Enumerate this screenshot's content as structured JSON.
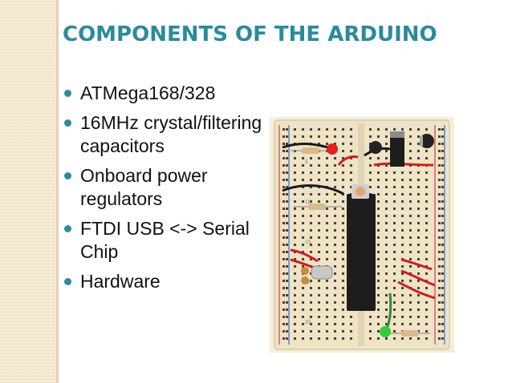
{
  "slide": {
    "title": "COMPONENTS OF THE ARDUINO",
    "bullets": [
      "ATMega168/328",
      "16MHz crystal/filtering capacitors",
      "Onboard power regulators",
      "FTDI USB <-> Serial Chip",
      "Hardware"
    ]
  },
  "photo": {
    "row_numbers": [
      "5",
      "10",
      "15",
      "20",
      "25"
    ]
  },
  "colors": {
    "title": "#2b8a9c",
    "text": "#111111",
    "side_band": "#f6ecd6",
    "breadboard": "#eee3c6",
    "chip": "#1d1d1d",
    "led_red": "#e51d1d",
    "led_green": "#2ecc3a",
    "button": "#e8a36a"
  }
}
